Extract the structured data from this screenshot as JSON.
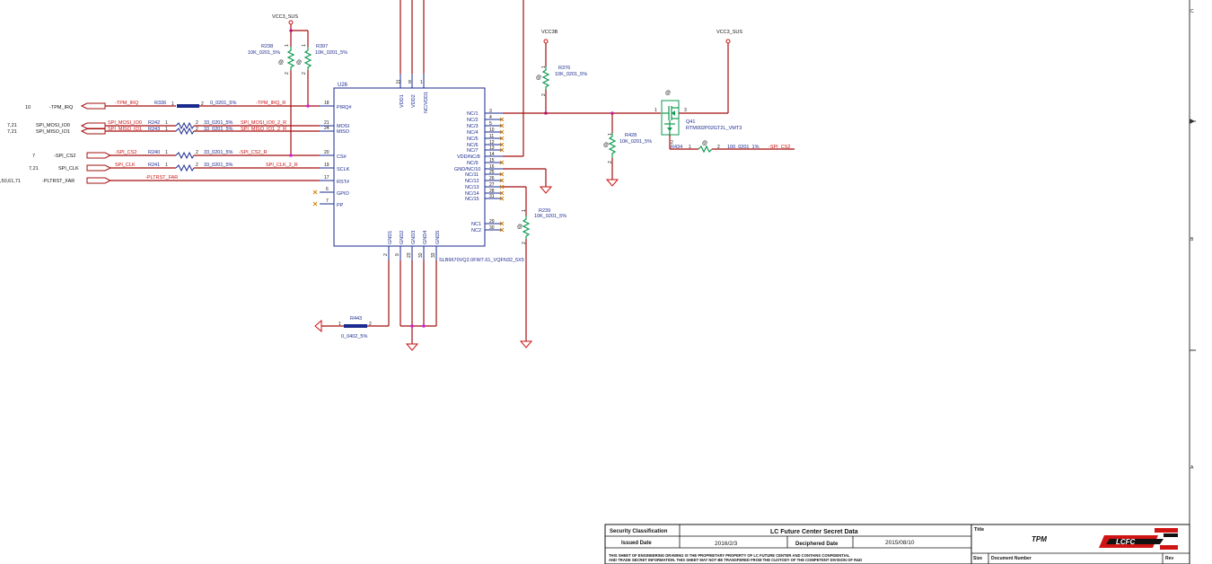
{
  "power": {
    "vcc3_sus_left": "VCC3_SUS",
    "vcc3b": "VCC3B",
    "vcc3_sus_right": "VCC3_SUS"
  },
  "ic": {
    "ref": "U26",
    "part": "SLB9670VQ2.0FW7.61_VQFN32_5X5",
    "left_pins": [
      {
        "num": "18",
        "name": "PIRQ#"
      },
      {
        "num": "21",
        "name": "MOSI"
      },
      {
        "num": "24",
        "name": "MISO"
      },
      {
        "num": "20",
        "name": "CS#"
      },
      {
        "num": "19",
        "name": "SCLK"
      },
      {
        "num": "17",
        "name": "RST#"
      },
      {
        "num": "6",
        "name": "GPIO"
      },
      {
        "num": "7",
        "name": "PP"
      }
    ],
    "right_pins": [
      {
        "num": "3",
        "name": "NC/1"
      },
      {
        "num": "4",
        "name": "NC/2"
      },
      {
        "num": "5",
        "name": "NC/3"
      },
      {
        "num": "10",
        "name": "NC/4"
      },
      {
        "num": "11",
        "name": "NC/5"
      },
      {
        "num": "12",
        "name": "NC/6"
      },
      {
        "num": "13",
        "name": "NC/7"
      },
      {
        "num": "14",
        "name": "VDD/NC/8"
      },
      {
        "num": "15",
        "name": "NC/9"
      },
      {
        "num": "16",
        "name": "GND/NC/10"
      },
      {
        "num": "25",
        "name": "NC/11"
      },
      {
        "num": "26",
        "name": "NC/12"
      },
      {
        "num": "27",
        "name": "NC/13"
      },
      {
        "num": "28",
        "name": "NC/14"
      },
      {
        "num": "31",
        "name": "NC/15"
      },
      {
        "num": "29",
        "name": "NC1"
      },
      {
        "num": "30",
        "name": "NC2"
      }
    ],
    "top_pins": [
      {
        "num": "22",
        "name": "VDD1"
      },
      {
        "num": "8",
        "name": "VDD2"
      },
      {
        "num": "1",
        "name": "NC/VDD1"
      }
    ],
    "bottom_pins": [
      {
        "num": "2",
        "name": "GND1"
      },
      {
        "num": "9",
        "name": "GND2"
      },
      {
        "num": "23",
        "name": "GND3"
      },
      {
        "num": "32",
        "name": "GND4"
      },
      {
        "num": "33",
        "name": "GND5"
      }
    ]
  },
  "connectors": [
    {
      "ref": "10",
      "name": "-TPM_IRQ"
    },
    {
      "ref": "7,21",
      "name": "SPI_MOSI_IO0"
    },
    {
      "ref": "7,21",
      "name": "SPI_MISO_IO1"
    },
    {
      "ref": "7",
      "name": "-SPI_CS2"
    },
    {
      "ref": "7,21",
      "name": "SPI_CLK"
    },
    {
      "ref": ",50,61,71",
      "name": "-PLTRST_FAR"
    }
  ],
  "nets": {
    "tpm_irq": "-TPM_IRQ",
    "tpm_irq_r": "-TPM_IRQ_R",
    "mosi": "SPI_MOSI_IO0",
    "miso": "SPI_MISO_IO1",
    "mosi_r": "SPI_MOSI_IO0_2_R",
    "miso_r": "SPI_MISO_IO1_2_R",
    "cs2": "-SPI_CS2",
    "cs2_r": "-SPI_CS2_R",
    "clk": "SPI_CLK",
    "clk_r": "SPI_CLK_2_R",
    "pltrst": "-PLTRST_FAR",
    "cs2_out": "-SPI_CS2"
  },
  "resistors": {
    "r238": {
      "ref": "R238",
      "value": "10K_0201_5%"
    },
    "r397": {
      "ref": "R397",
      "value": "10K_0201_5%"
    },
    "r336": {
      "ref": "R336",
      "value": "0_0201_5%"
    },
    "r242": {
      "ref": "R242",
      "value": "33_0201_5%"
    },
    "r243": {
      "ref": "R243",
      "value": "33_0201_5%"
    },
    "r240": {
      "ref": "R240",
      "value": "33_0201_5%"
    },
    "r241": {
      "ref": "R241",
      "value": "33_0201_5%"
    },
    "r376": {
      "ref": "R376",
      "value": "10K_0201_5%"
    },
    "r428": {
      "ref": "R428",
      "value": "10K_0201_5%"
    },
    "r434": {
      "ref": "R434",
      "value": "100_0201_1%"
    },
    "r239": {
      "ref": "R239",
      "value": "10K_0201_5%"
    },
    "r443": {
      "ref": "R443",
      "value": "0_0402_5%"
    }
  },
  "transistor": {
    "ref": "Q41",
    "part": "RTM002P02GT2L_VMT3"
  },
  "pin_numbers": {
    "one": "1",
    "two": "2",
    "three": "3"
  },
  "at_symbol": "@",
  "title_block": {
    "security_label": "Security Classification",
    "secret": "LC Future Center Secret Data",
    "issued_label": "Issued Date",
    "issued_value": "2016/2/3",
    "deciphered_label": "Deciphered Date",
    "deciphered_value": "2015/08/10",
    "notice1": "THIS SHEET OF ENGINEERING DRAWING IS THE PROPRIETARY PROPERTY OF LC FUTURE CENTER AND CONTAINS CONFIDENTIAL",
    "notice2": "AND TRADE SECRET INFORMATION. THIS SHEET MAY NOT BE TRANSFERED FROM THE CUSTODY OF THE COMPETENT DIVISION OF R&D",
    "title_label": "Title",
    "title_value": "TPM",
    "logo": "LCFC",
    "size_label": "Size",
    "docnum_label": "Document Number",
    "rev_label": "Rev"
  },
  "border": {
    "c": "C",
    "b": "B",
    "a": "A"
  }
}
